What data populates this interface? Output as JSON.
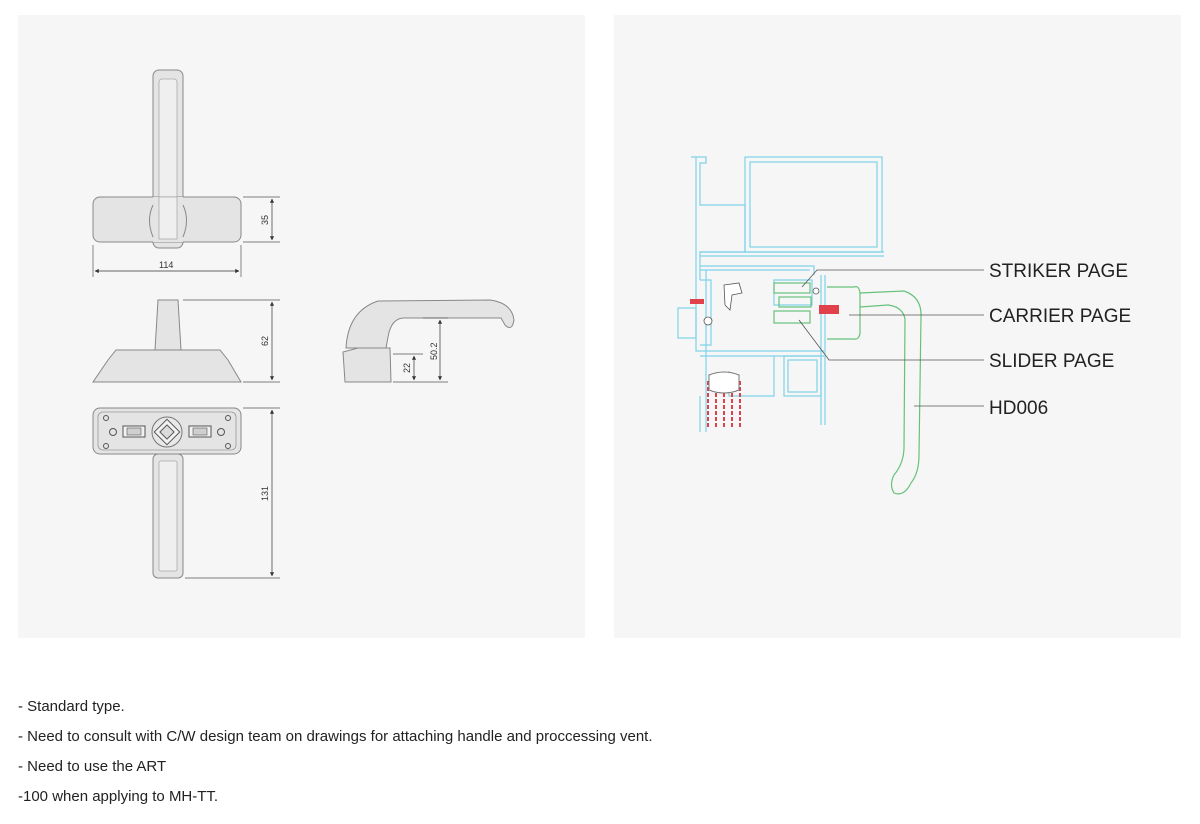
{
  "drawing": {
    "dimensions": {
      "top_width": "114",
      "top_height": "35",
      "side_height": "62",
      "knob_height": "22",
      "lever_height": "50.2",
      "bottom_length": "131"
    }
  },
  "section": {
    "callouts": [
      {
        "id": "striker",
        "label": "STRIKER PAGE"
      },
      {
        "id": "carrier",
        "label": "CARRIER PAGE"
      },
      {
        "id": "slider",
        "label": "SLIDER PAGE"
      },
      {
        "id": "handle",
        "label": "HD006"
      }
    ]
  },
  "notes": [
    "- Standard type.",
    "- Need to consult with C/W design team on drawings for attaching handle and proccessing vent.",
    "- Need to use the ART",
    "-100 when applying to MH-TT."
  ],
  "colors": {
    "profile": "#7fd3ea",
    "handle": "#66c27a",
    "screw": "#e0414b",
    "part_fill": "#e4e4e4",
    "part_stroke": "#888888"
  }
}
